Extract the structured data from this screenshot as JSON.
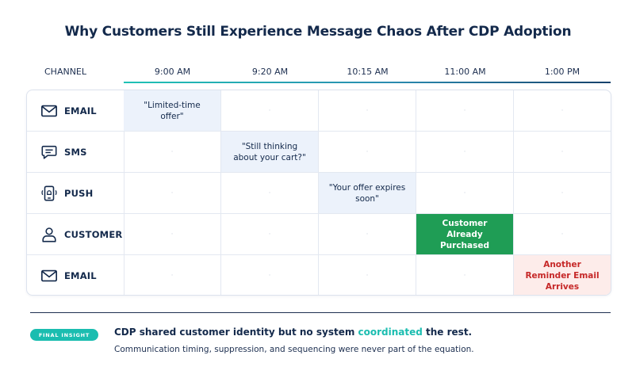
{
  "title": "Why Customers Still Experience Message Chaos After CDP Adoption",
  "header": {
    "channel": "CHANNEL",
    "times": [
      "9:00 AM",
      "9:20 AM",
      "10:15 AM",
      "11:00 AM",
      "1:00 PM"
    ]
  },
  "rows": [
    {
      "label": "EMAIL",
      "icon": "envelope-icon",
      "cells": [
        "\"Limited-time offer\"",
        "·",
        "·",
        "·",
        "·"
      ]
    },
    {
      "label": "SMS",
      "icon": "chat-bubble-icon",
      "cells": [
        "·",
        "\"Still thinking about your cart?\"",
        "·",
        "·",
        "·"
      ]
    },
    {
      "label": "PUSH",
      "icon": "mobile-notification-icon",
      "cells": [
        "·",
        "·",
        "\"Your offer expires soon\"",
        "·",
        "·"
      ]
    },
    {
      "label": "CUSTOMER",
      "icon": "user-icon",
      "cells": [
        "·",
        "·",
        "·",
        "Customer Already Purchased",
        "·"
      ]
    },
    {
      "label": "EMAIL",
      "icon": "envelope-icon",
      "cells": [
        "·",
        "·",
        "·",
        "·",
        "Another Reminder Email Arrives"
      ]
    }
  ],
  "colors": {
    "message_bg": "#ecf2fb",
    "purchase_bg": "#1f9d55",
    "warning_bg": "#fdecea",
    "warning_text": "#c62828",
    "accent": "#1bbdb0"
  },
  "insight": {
    "badge": "FINAL INSIGHT",
    "text_before": "CDP shared customer identity but no system ",
    "highlight": "coordinated",
    "text_after": " the rest.",
    "subtext": "Communication timing, suppression, and sequencing were never part of the equation."
  }
}
